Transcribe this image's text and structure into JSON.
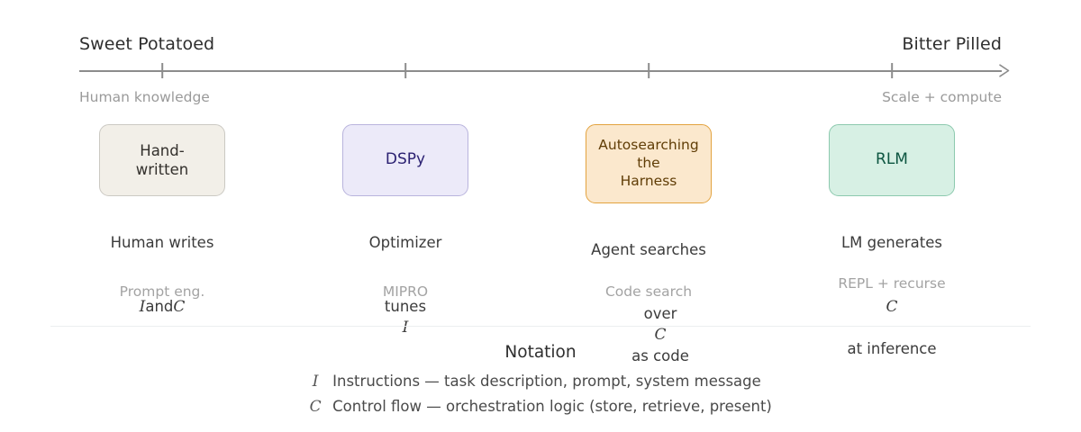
{
  "axis": {
    "left_pole": "Sweet Potatoed",
    "right_pole": "Bitter Pilled",
    "left_sublabel": "Human knowledge",
    "right_sublabel": "Scale + compute",
    "arrow_icon": "arrow-right-icon",
    "tick_count": 4,
    "line_color": "#8c8c8c"
  },
  "stages": [
    {
      "node_line1": "Hand-",
      "node_line2": "written",
      "node_text": "Hand-\nwritten",
      "caption_line1": "Human writes",
      "caption_sym1": "I",
      "caption_mid": "and",
      "caption_sym2": "C",
      "tag": "Prompt eng.",
      "fill": "#f2efe8",
      "border": "#cbc9c3",
      "text_color": "#33302c"
    },
    {
      "node_text": "DSPy",
      "caption_line1": "Optimizer",
      "caption_line2_pre": "tunes",
      "caption_sym1": "I",
      "tag": "MIPRO",
      "fill": "#eceaf9",
      "border": "#b9b4dd",
      "text_color": "#2b2172"
    },
    {
      "node_text": "Autosearching\nthe\nHarness",
      "caption_line1": "Agent searches",
      "caption_line2_pre": "over",
      "caption_sym1": "C",
      "caption_line2_post": "as code",
      "tag": "Code search",
      "fill": "#fbe8cd",
      "border": "#e3a33f",
      "text_color": "#603d06"
    },
    {
      "node_text": "RLM",
      "caption_line1": "LM generates",
      "caption_sym1": "C",
      "caption_line3": "at inference",
      "tag": "REPL + recurse",
      "fill": "#d7f0e4",
      "border": "#8cc9ae",
      "text_color": "#0c5540"
    }
  ],
  "notation": {
    "title": "Notation",
    "entries": [
      {
        "symbol": "I",
        "text": "Instructions — task description, prompt, system message"
      },
      {
        "symbol": "C",
        "text": "Control flow — orchestration logic (store, retrieve, present)"
      }
    ]
  }
}
